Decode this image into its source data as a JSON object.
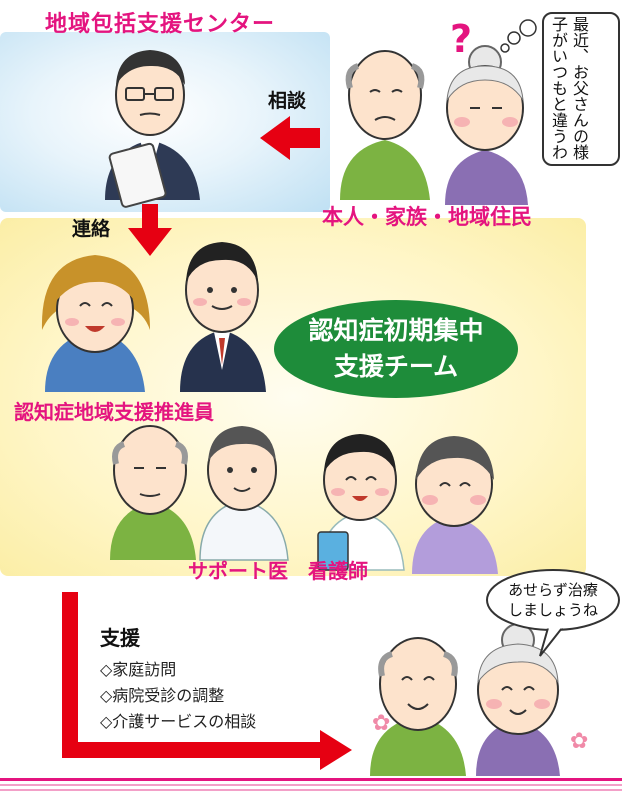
{
  "header": {
    "title": "地域包括支援センター"
  },
  "flow": {
    "consult_label": "相談",
    "contact_label": "連絡",
    "residents_label": "本人・家族・地域住民",
    "promoter_label": "認知症地域支援推進員",
    "doctor_nurse_label": "サポート医　看護師"
  },
  "team": {
    "line1": "認知症初期集中",
    "line2": "支援チーム"
  },
  "bubbles": {
    "family_concern": "最近、お父さんの様子がいつもと違うわ",
    "reassure_line1": "あせらず治療",
    "reassure_line2": "しましょうね"
  },
  "support": {
    "title": "支援",
    "items": [
      "◇家庭訪問",
      "◇病院受診の調整",
      "◇介護サービスの相談"
    ]
  },
  "colors": {
    "accent": "#e4147f",
    "arrow": "#e60012",
    "team": "#1e8c3a",
    "blue_bg": "#cfe8f6",
    "yellow_bg": "#fff4c2"
  }
}
